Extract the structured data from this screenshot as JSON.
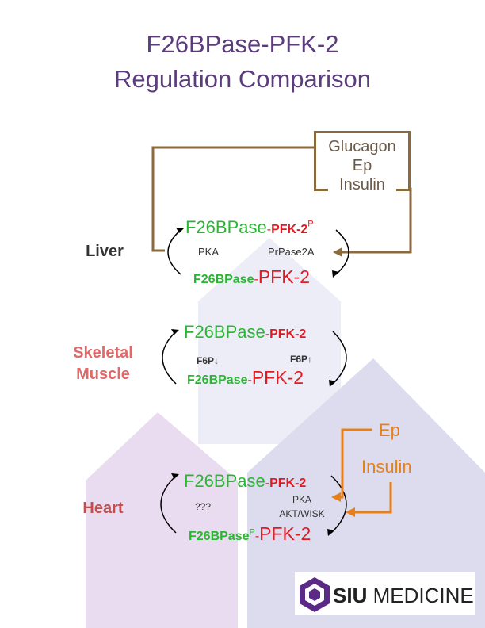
{
  "title_line1": "F26BPase-PFK-2",
  "title_line2": "Regulation Comparison",
  "hormones": {
    "glucagon": "Glucagon",
    "ep": "Ep",
    "insulin": "Insulin"
  },
  "liver": {
    "label": "Liver",
    "top_f26": "F26BPase",
    "top_dash": "-",
    "top_pfk": "PFK-2",
    "top_sup": "P",
    "left_enzyme": "PKA",
    "right_enzyme": "PrPase2A",
    "bot_f26": "F26BPase",
    "bot_dash": "-",
    "bot_pfk": "PFK-2"
  },
  "muscle": {
    "label_line1": "Skeletal",
    "label_line2": "Muscle",
    "top_f26": "F26BPase",
    "top_dash": "-",
    "top_pfk": "PFK-2",
    "left_label": "F6P↓",
    "right_label": "F6P↑",
    "bot_f26": "F26BPase",
    "bot_dash": "-",
    "bot_pfk": "PFK-2"
  },
  "heart": {
    "label": "Heart",
    "ep": "Ep",
    "insulin": "Insulin",
    "top_f26": "F26BPase",
    "top_dash": "-",
    "top_pfk": "PFK-2",
    "left_label": "???",
    "right_line1": "PKA",
    "right_line2": "AKT/WISK",
    "bot_f26": "F26BPase",
    "bot_sup": "P",
    "bot_dash": "-",
    "bot_pfk": "PFK-2"
  },
  "logo": {
    "bold": "SIU",
    "thin": " MEDICINE"
  },
  "colors": {
    "title": "#5c3c7c",
    "f26bpase": "#2bb534",
    "pfk2": "#e11b22",
    "liver_arrow": "#8b6a3e",
    "heart_arrow": "#e8801a",
    "muscle_label": "#e06a6a",
    "heart_label": "#c0504d"
  }
}
